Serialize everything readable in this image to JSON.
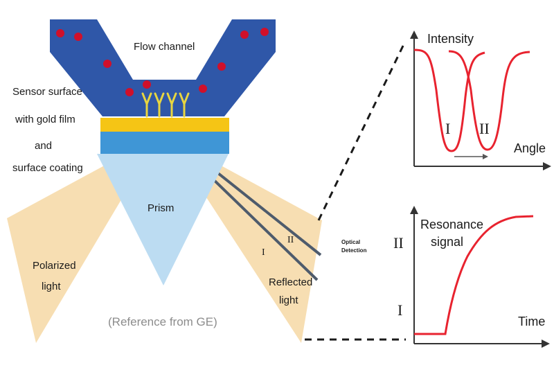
{
  "labels": {
    "flow_channel": "Flow channel",
    "sensor_surface": [
      "Sensor surface",
      "with gold film",
      "and",
      "surface coating"
    ],
    "prism": "Prism",
    "polarized_light": [
      "Polarized",
      "light"
    ],
    "reflected_light": [
      "Reflected",
      "light"
    ],
    "optical_detection": [
      "Optical",
      "Detection"
    ],
    "reference": "(Reference from GE)",
    "beam_marks": [
      "I",
      "II"
    ]
  },
  "intensity_plot": {
    "ylabel": "Intensity",
    "xlabel": "Angle",
    "dip_labels": [
      "I",
      "II"
    ]
  },
  "resonance_plot": {
    "ylabel": [
      "Resonance",
      "signal"
    ],
    "xlabel": "Time",
    "level_labels": [
      "II",
      "I"
    ]
  },
  "colors": {
    "channel": "#2f57a8",
    "molecule": "#d0102a",
    "antibody": "#e8d640",
    "gold": "#f5c515",
    "coating": "#3f96d6",
    "prism": "#bcdcf2",
    "beam": "#f7deb2",
    "curve": "#e8232f"
  }
}
